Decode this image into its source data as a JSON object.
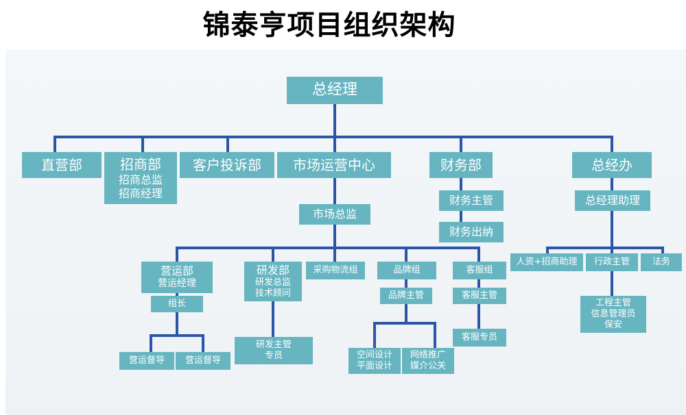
{
  "title": "锦泰亨项目组织架构",
  "nodes": {
    "gm": "总经理",
    "zhiying": "直营部",
    "zhaoshang": "招商部",
    "zhaoshang_l1": "招商总监",
    "zhaoshang_l2": "招商经理",
    "kehu": "客户投诉部",
    "shichang": "市场运营中心",
    "caiwu": "财务部",
    "zongjingban": "总经办",
    "shichang_zongjian": "市场总监",
    "caiwu_zhuguan": "财务主管",
    "caiwu_chuna": "财务出纳",
    "zjl_zhuli": "总经理助理",
    "yingyun": "营运部",
    "yingyun_l1": "营运经理",
    "yanfa": "研发部",
    "yanfa_l1": "研发总监",
    "yanfa_l2": "技术顾问",
    "caigou": "采购物流组",
    "pinpai": "品牌组",
    "kefu": "客服组",
    "renzi": "人资+招商助理",
    "xingzheng": "行政主管",
    "fawu": "法务",
    "zuzhang": "组长",
    "pinpai_zhuguan": "品牌主管",
    "kefu_zhuguan": "客服主管",
    "gongcheng_l1": "工程主管",
    "gongcheng_l2": "信息管理员",
    "gongcheng_l3": "保安",
    "yanfa_zhuguan_l1": "研发主管",
    "yanfa_zhuguan_l2": "专员",
    "kefu_zhuanyuan": "客服专员",
    "dudao1": "营运督导",
    "dudao2": "营运督导",
    "kongjian_l1": "空间设计",
    "kongjian_l2": "平面设计",
    "wangluo_l1": "网络推广",
    "wangluo_l2": "媒介公关"
  },
  "colors": {
    "box": "#66b5c0",
    "line": "#2b55a6",
    "text": "#ffffff"
  }
}
